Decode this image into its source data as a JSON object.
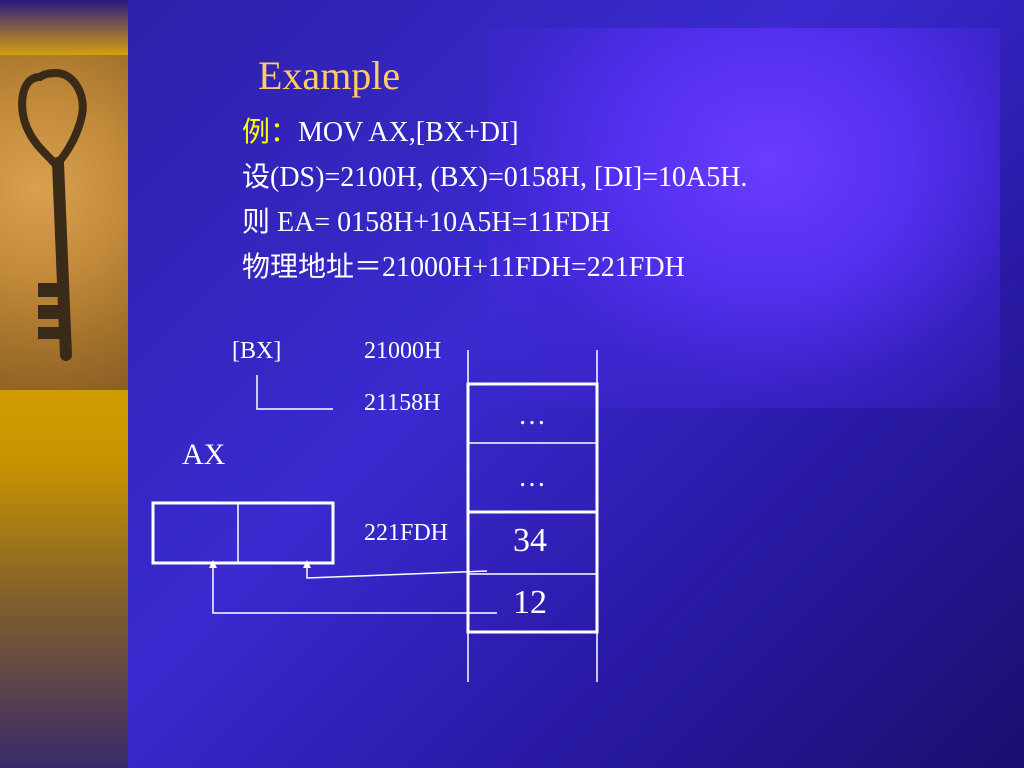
{
  "slide": {
    "title": "Example",
    "lines": [
      {
        "prefix": "例：",
        "text": "MOV AX,[BX+DI]"
      },
      {
        "prefix": "",
        "text": "设(DS)=2100H, (BX)=0158H, [DI]=10A5H."
      },
      {
        "prefix": "",
        "text": "则  EA= 0158H+10A5H=11FDH"
      },
      {
        "prefix": "",
        "text": "物理地址＝21000H+11FDH=221FDH"
      }
    ]
  },
  "diagram": {
    "bx_label": "[BX]",
    "ax_label": "AX",
    "addresses": [
      "21000H",
      "21158H",
      "221FDH"
    ],
    "memory_cells": [
      "…",
      "…",
      "34",
      "12"
    ]
  },
  "colors": {
    "title": "#ffcc66",
    "highlight": "#ffff00",
    "text": "#ffffff"
  },
  "icons": {
    "decoration": "key-icon"
  }
}
